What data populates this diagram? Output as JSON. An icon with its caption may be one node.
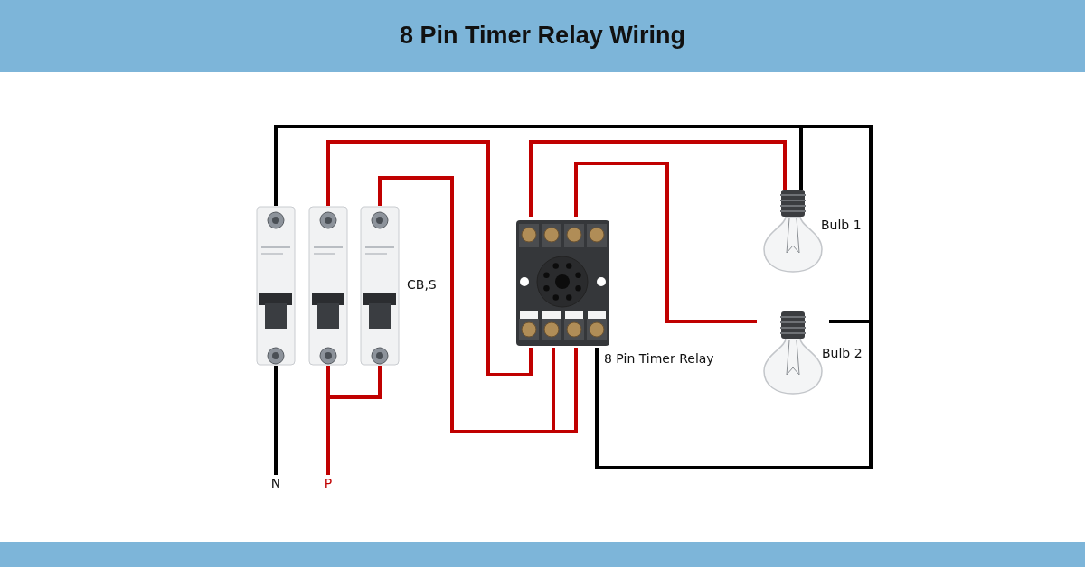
{
  "diagram": {
    "title": "8 Pin Timer Relay Wiring",
    "nodes": [
      {
        "text": [
          "N"
        ]
      },
      {
        "text": [
          "P"
        ]
      },
      {
        "text": [],
        "shape": "picture"
      },
      {
        "text": [],
        "shape": "picture"
      },
      {
        "text": [],
        "shape": "picture"
      },
      {
        "text": [],
        "shape": "picture",
        "beside": [
          "8 Pin Timer Relay"
        ]
      },
      {
        "text": [],
        "shape": "picture",
        "beside": [
          "Bulb 1"
        ]
      },
      {
        "text": [],
        "shape": "picture",
        "beside": [
          "Bulb 2"
        ]
      }
    ],
    "edges": [
      {
        "from": 0,
        "to": 2,
        "arrow": "none",
        "color": "#000000"
      },
      {
        "from": 2,
        "to": 6,
        "arrow": "none",
        "color": "#000000"
      },
      {
        "from": 2,
        "to": 7,
        "arrow": "none",
        "color": "#000000"
      },
      {
        "from": 2,
        "to": 5,
        "arrow": "none",
        "color": "#000000"
      },
      {
        "from": 1,
        "to": 3,
        "arrow": "none"
      },
      {
        "from": 1,
        "to": 4,
        "arrow": "none"
      },
      {
        "from": 3,
        "to": 5,
        "arrow": "none"
      },
      {
        "from": 4,
        "to": 5,
        "arrow": "none"
      },
      {
        "from": 5,
        "to": 6,
        "arrow": "none"
      },
      {
        "from": 5,
        "to": 7,
        "arrow": "none"
      }
    ],
    "labels": [
      "CB,S"
    ]
  }
}
